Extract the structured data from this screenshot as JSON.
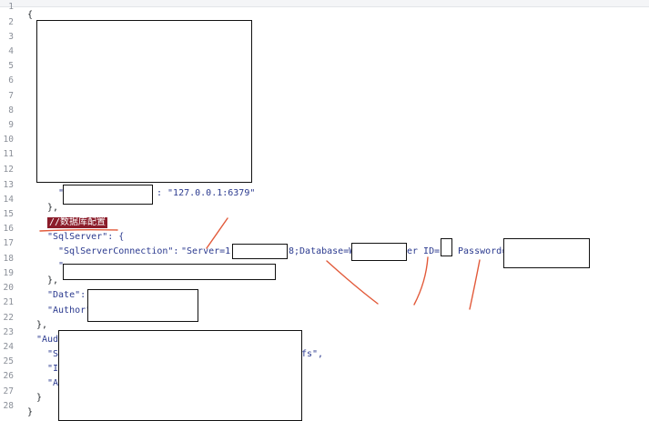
{
  "editor": {
    "line_numbers": [
      "1",
      "2",
      "3",
      "4",
      "5",
      "6",
      "7",
      "8",
      "9",
      "10",
      "11",
      "12",
      "13",
      "14",
      "15",
      "16",
      "17",
      "18",
      "19",
      "20",
      "21",
      "22",
      "23",
      "24",
      "25",
      "26",
      "27",
      "28"
    ],
    "line1": "{",
    "line13": {
      "quote": "\"",
      "tail": ": \"127.0.0.1:6379\""
    },
    "line14": "},",
    "line15_comment": "//数据库配置",
    "line16": "\"SqlServer\": {",
    "line17": {
      "key": "\"SqlServerConnection\": ",
      "val_a": "\"Server=1",
      "val_b": "8;Database=W",
      "val_c": "er ID=",
      "val_d": " Password="
    },
    "line18": "\"",
    "line19": "},",
    "line20": "\"Date\":",
    "line21": "\"Author\"",
    "line22": "},",
    "line23": "\"Aud",
    "line24_a": "\"S",
    "line24_b": "fs\",",
    "line25": "\"I",
    "line26": "\"A",
    "line27": "}",
    "line28": "}"
  },
  "colors": {
    "string": "#2b3a8f",
    "comment_bg": "#8b1c2a",
    "annotation": "#e25a3a"
  }
}
